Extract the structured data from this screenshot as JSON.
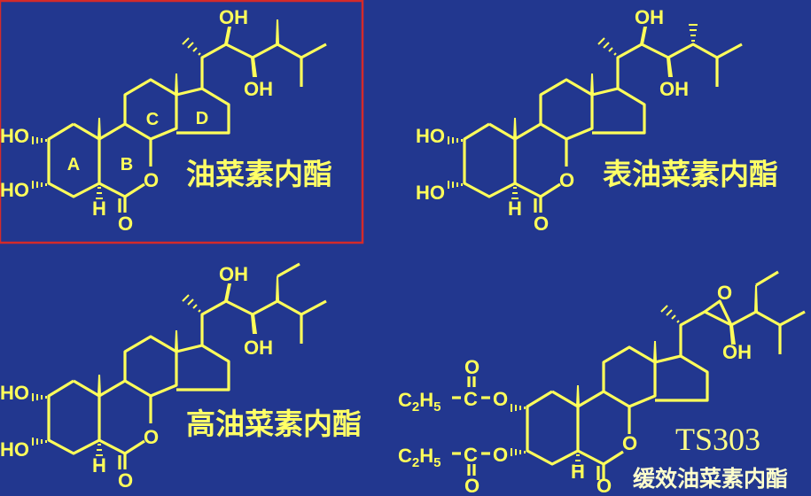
{
  "atoms": {
    "ho": "HO",
    "oh": "OH",
    "h": "H",
    "o": "O",
    "c": "C",
    "c2h5": "C2H5"
  },
  "ring_labels": [
    "A",
    "B",
    "C",
    "D"
  ],
  "compounds": [
    {
      "name": "油菜素内酯",
      "highlighted": true
    },
    {
      "name": "表油菜素内酯"
    },
    {
      "name": "高油菜素内酯"
    },
    {
      "code": "TS303",
      "name": "缓效油菜素内酯"
    }
  ],
  "colors": {
    "background": "#22378f",
    "structure": "#ffff5a",
    "highlight_box": "#d42a2a"
  }
}
